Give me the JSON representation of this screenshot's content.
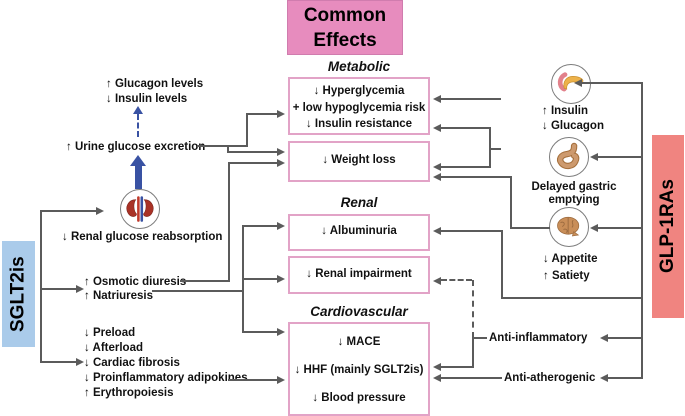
{
  "title": "Common Effects",
  "colors": {
    "title_bg": "#e78cbe",
    "center_box_border": "#e2a3c7",
    "sglt2is_bg": "#aacbea",
    "glp1ras_bg": "#f08480",
    "connector_line": "#5b5b5b",
    "blue_arrow": "#3952a3"
  },
  "left": {
    "label": "SGLT2is",
    "hormones": [
      "↑ Glucagon levels",
      "↓ Insulin levels"
    ],
    "urine": "↑ Urine glucose excretion",
    "kidney_icon": "kidney",
    "kidney_caption": "↓ Renal glucose reabsorption",
    "diuresis": [
      "↑ Osmotic diuresis",
      "↑ Natriuresis"
    ],
    "effects": [
      "↓ Preload",
      "↓ Afterload",
      "↓ Cardiac fibrosis",
      "↓ Proinflammatory adipokines",
      "↑ Erythropoiesis"
    ]
  },
  "center": {
    "metabolic_heading": "Metabolic",
    "renal_heading": "Renal",
    "cardiovascular_heading": "Cardiovascular",
    "metabolic_box": [
      "↓ Hyperglycemia",
      "+ low hypoglycemia risk",
      "↓ Insulin resistance"
    ],
    "weight_box": "↓ Weight loss",
    "albuminuria_box": "↓ Albuminuria",
    "renal_impairment_box": "↓ Renal impairment",
    "cardiovascular_box": [
      "↓ MACE",
      "↓ HHF (mainly SGLT2is)",
      "↓ Blood pressure"
    ]
  },
  "right": {
    "label": "GLP-1RAs",
    "pancreas_icon": "pancreas",
    "pancreas_lines": [
      "↑ Insulin",
      "↓ Glucagon"
    ],
    "stomach_icon": "stomach",
    "stomach_caption": "Delayed gastric emptying",
    "brain_icon": "brain",
    "brain_lines": [
      "↓ Appetite",
      "↑ Satiety"
    ],
    "anti_inflammatory": "Anti-inflammatory",
    "anti_atherogenic": "Anti-atherogenic"
  }
}
